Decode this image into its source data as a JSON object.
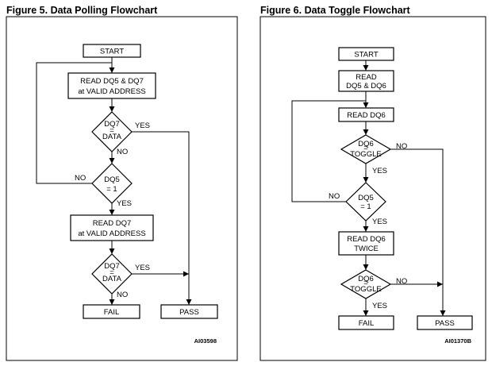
{
  "fig5": {
    "title": "Figure 5. Data Polling Flowchart",
    "start": "START",
    "read1": [
      "READ DQ5 & DQ7",
      "at VALID ADDRESS"
    ],
    "dec1": [
      "DQ7",
      "=",
      "DATA"
    ],
    "dec1_yes": "YES",
    "dec1_no": "NO",
    "dec2": [
      "DQ5",
      "= 1"
    ],
    "dec2_no": "NO",
    "dec2_yes": "YES",
    "read2": [
      "READ DQ7",
      "at VALID ADDRESS"
    ],
    "dec3": [
      "DQ7",
      "=",
      "DATA"
    ],
    "dec3_yes": "YES",
    "dec3_no": "NO",
    "fail": "FAIL",
    "pass": "PASS",
    "code": "AI03598"
  },
  "fig6": {
    "title": "Figure 6. Data Toggle Flowchart",
    "start": "START",
    "read1": [
      "READ",
      "DQ5 & DQ6"
    ],
    "read2": "READ DQ6",
    "dec1": [
      "DQ6",
      "=",
      "TOGGLE"
    ],
    "dec1_no": "NO",
    "dec1_yes": "YES",
    "dec2": [
      "DQ5",
      "= 1"
    ],
    "dec2_no": "NO",
    "dec2_yes": "YES",
    "read3": [
      "READ DQ6",
      "TWICE"
    ],
    "dec3": [
      "DQ6",
      "=",
      "TOGGLE"
    ],
    "dec3_no": "NO",
    "dec3_yes": "YES",
    "fail": "FAIL",
    "pass": "PASS",
    "code": "AI01370B"
  }
}
